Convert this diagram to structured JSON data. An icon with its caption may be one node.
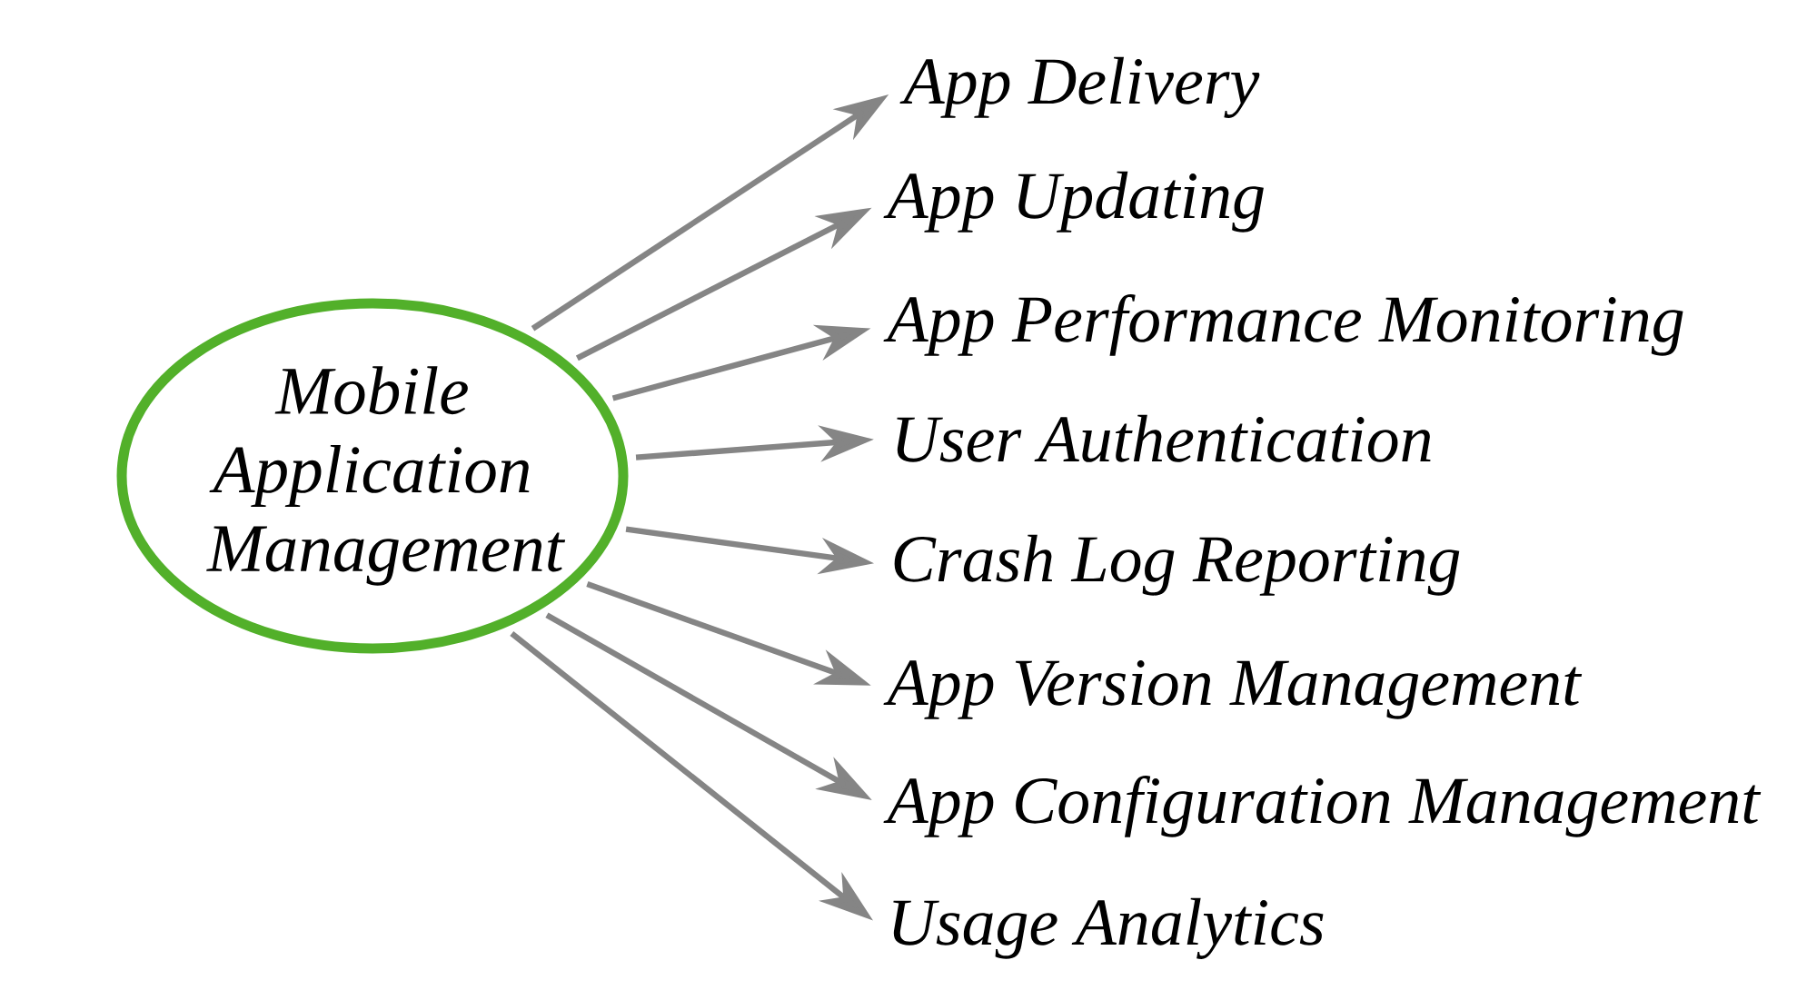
{
  "diagram": {
    "nodes": [
      {
        "text": [
          "Mobile Application Management"
        ]
      },
      {
        "text": [
          "App Delivery"
        ]
      },
      {
        "text": [
          "App Updating"
        ]
      },
      {
        "text": [
          "App Performance Monitoring"
        ]
      },
      {
        "text": [
          "User Authentication"
        ]
      },
      {
        "text": [
          "Crash Log Reporting"
        ]
      },
      {
        "text": [
          "App Version Management"
        ]
      },
      {
        "text": [
          "App Configuration Management"
        ]
      },
      {
        "text": [
          "Usage Analytics"
        ]
      }
    ],
    "edges": [
      {
        "from": 0,
        "to": 1,
        "arrow": "to"
      },
      {
        "from": 0,
        "to": 2,
        "arrow": "to"
      },
      {
        "from": 0,
        "to": 3,
        "arrow": "to"
      },
      {
        "from": 0,
        "to": 4,
        "arrow": "to"
      },
      {
        "from": 0,
        "to": 5,
        "arrow": "to"
      },
      {
        "from": 0,
        "to": 6,
        "arrow": "to"
      },
      {
        "from": 0,
        "to": 7,
        "arrow": "to"
      },
      {
        "from": 0,
        "to": 8,
        "arrow": "to"
      }
    ]
  }
}
